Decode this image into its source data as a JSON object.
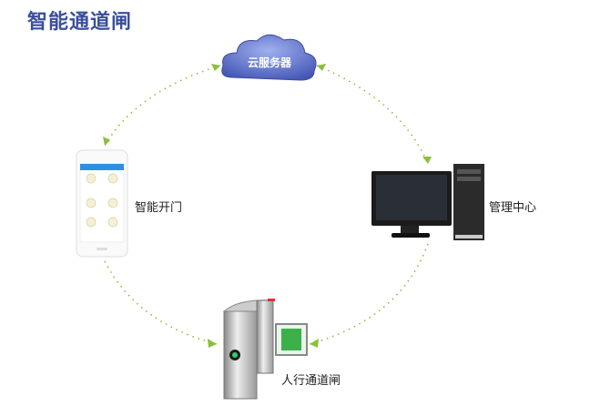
{
  "title": "智能通道闸",
  "nodes": {
    "cloud": "云服务器",
    "phone": "智能开门",
    "pc": "管理中心",
    "gate": "人行通道闸"
  },
  "colors": {
    "title": "#3a4f9a",
    "cloud": "#5b6fc4",
    "link": "#8bbf3c"
  }
}
